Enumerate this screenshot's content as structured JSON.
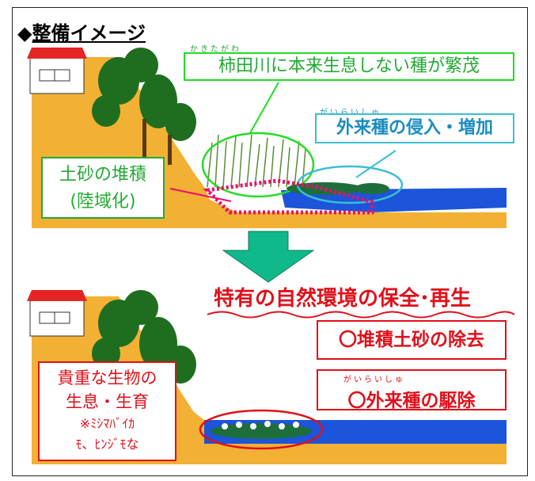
{
  "heading": {
    "marker": "◆",
    "text": "整備イメージ"
  },
  "top": {
    "label_overgrowth": {
      "ruby": "かきたがわ",
      "text": "柿田川に本来生息しない種が繁茂"
    },
    "label_invasive": {
      "ruby": "がいらいしゅ",
      "text": "外来種の侵入・増加"
    },
    "label_sediment": {
      "line1": "土砂の堆積",
      "line2": "(陸域化)"
    }
  },
  "bottom": {
    "title": "特有の自然環境の保全･再生",
    "action_sediment": "〇堆積土砂の除去",
    "action_invasive": {
      "ruby": "がいらいしゅ",
      "text": "〇外来種の駆除"
    },
    "species": {
      "line1": "貴重な生物の",
      "line2": "生息・生育",
      "line3": "※ﾐｼﾏﾊﾞｲｶ",
      "line4": "ﾓ、ﾋﾝｼﾞﾓな"
    }
  },
  "colors": {
    "green": "#22aa33",
    "teal": "#3bbfd0",
    "red": "#e0101a",
    "ground": "#f2b134",
    "water": "#1c55d9",
    "arrow": "#10b98a",
    "roof": "#e52424",
    "tree": "#1f6e1f"
  }
}
